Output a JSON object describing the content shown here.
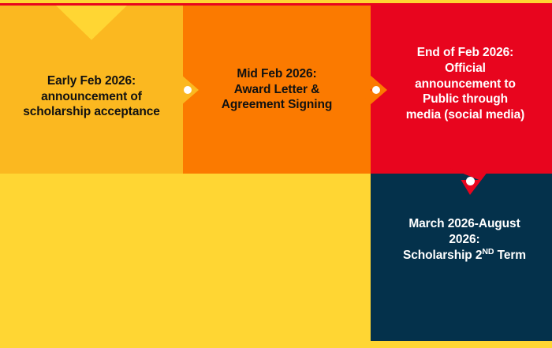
{
  "diagram": {
    "type": "process-timeline",
    "background_color": "#FFD633",
    "top_rule_color": "#E8051E",
    "steps": [
      {
        "id": "step-1",
        "order": 1,
        "text": "Early Feb 2026:\nannouncement of\nscholarship acceptance",
        "fill_color": "#FBB820",
        "text_color": "#111111"
      },
      {
        "id": "step-2",
        "order": 2,
        "text": "Mid Feb 2026:\nAward Letter &\nAgreement Signing",
        "fill_color": "#FB7A00",
        "text_color": "#111111"
      },
      {
        "id": "step-3",
        "order": 3,
        "text": "End of Feb 2026:\nOfficial\nannouncement to\nPublic through\nmedia (social media)",
        "fill_color": "#E8051E",
        "text_color": "#FFFFFF"
      },
      {
        "id": "step-4",
        "order": 4,
        "text_before_ordinal": "March 2026-August\n2026:\nScholarship 2",
        "ordinal_suffix": "ND",
        "text_after_ordinal": " Term",
        "fill_color": "#04314B",
        "text_color": "#FFFFFF"
      }
    ],
    "connectors": [
      {
        "id": "connector-1",
        "direction": "right",
        "color": "#FBB820",
        "dot_color": "#FFFFFF"
      },
      {
        "id": "connector-2",
        "direction": "right",
        "color": "#FB7A00",
        "dot_color": "#FFFFFF"
      },
      {
        "id": "connector-3",
        "direction": "down",
        "color": "#E8051E",
        "dot_color": "#FFFFFF"
      }
    ]
  }
}
